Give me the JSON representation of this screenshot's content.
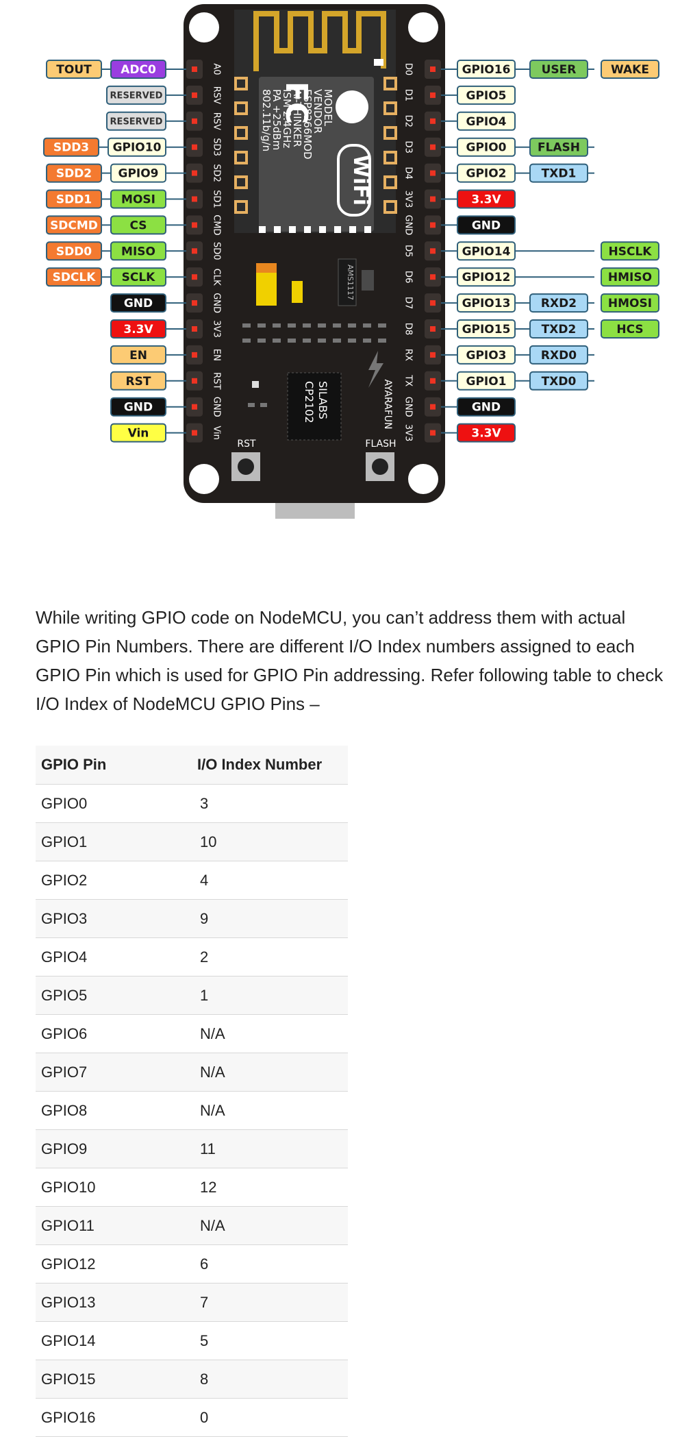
{
  "board": {
    "module_text": [
      "MODEL",
      "VENDOR",
      "ESP8266MOD",
      "AI-THINKER",
      "ISM 2.4GHz",
      "PA +25dBm",
      "802.11b/g/n"
    ],
    "fc_logo": "FC",
    "wifi_logo": "WiFi",
    "regulator": "AMS1117",
    "usb_chip": [
      "SILABS",
      "CP2102"
    ],
    "brand": "AYARAFUN",
    "button_rst": "RST",
    "button_flash": "FLASH"
  },
  "left_pins": [
    {
      "silk": "A0",
      "labels": [
        {
          "text": "TOUT",
          "bg": "#fccb74",
          "fg": "#1a1a1a"
        },
        {
          "text": "ADC0",
          "bg": "#9a3ee0",
          "fg": "#ffffff"
        }
      ]
    },
    {
      "silk": "RSV",
      "labels": [
        {
          "text": "RESERVED",
          "bg": "#dddddd",
          "fg": "#333333"
        }
      ]
    },
    {
      "silk": "RSV",
      "labels": [
        {
          "text": "RESERVED",
          "bg": "#dddddd",
          "fg": "#333333"
        }
      ]
    },
    {
      "silk": "SD3",
      "labels": [
        {
          "text": "SDD3",
          "bg": "#f47a30",
          "fg": "#ffffff"
        },
        {
          "text": "GPIO10",
          "bg": "#ffffe0",
          "fg": "#1a1a1a"
        }
      ]
    },
    {
      "silk": "SD2",
      "labels": [
        {
          "text": "SDD2",
          "bg": "#f47a30",
          "fg": "#ffffff"
        },
        {
          "text": "GPIO9",
          "bg": "#ffffe0",
          "fg": "#1a1a1a"
        }
      ]
    },
    {
      "silk": "SD1",
      "labels": [
        {
          "text": "SDD1",
          "bg": "#f47a30",
          "fg": "#ffffff"
        },
        {
          "text": "MOSI",
          "bg": "#8ce043",
          "fg": "#1a1a1a"
        }
      ]
    },
    {
      "silk": "CMD",
      "labels": [
        {
          "text": "SDCMD",
          "bg": "#f47a30",
          "fg": "#ffffff"
        },
        {
          "text": "CS",
          "bg": "#8ce043",
          "fg": "#1a1a1a"
        }
      ]
    },
    {
      "silk": "SD0",
      "labels": [
        {
          "text": "SDD0",
          "bg": "#f47a30",
          "fg": "#ffffff"
        },
        {
          "text": "MISO",
          "bg": "#8ce043",
          "fg": "#1a1a1a"
        }
      ]
    },
    {
      "silk": "CLK",
      "labels": [
        {
          "text": "SDCLK",
          "bg": "#f47a30",
          "fg": "#ffffff"
        },
        {
          "text": "SCLK",
          "bg": "#8ce043",
          "fg": "#1a1a1a"
        }
      ]
    },
    {
      "silk": "GND",
      "labels": [
        {
          "text": "GND",
          "bg": "#111111",
          "fg": "#ffffff"
        }
      ]
    },
    {
      "silk": "3V3",
      "labels": [
        {
          "text": "3.3V",
          "bg": "#ee1111",
          "fg": "#ffffff"
        }
      ]
    },
    {
      "silk": "EN",
      "labels": [
        {
          "text": "EN",
          "bg": "#fccb74",
          "fg": "#1a1a1a"
        }
      ]
    },
    {
      "silk": "RST",
      "labels": [
        {
          "text": "RST",
          "bg": "#fccb74",
          "fg": "#1a1a1a"
        }
      ]
    },
    {
      "silk": "GND",
      "labels": [
        {
          "text": "GND",
          "bg": "#111111",
          "fg": "#ffffff"
        }
      ]
    },
    {
      "silk": "Vin",
      "labels": [
        {
          "text": "Vin",
          "bg": "#ffff44",
          "fg": "#1a1a1a"
        }
      ]
    }
  ],
  "right_pins": [
    {
      "silk": "D0",
      "labels": [
        {
          "text": "GPIO16",
          "bg": "#ffffe0",
          "fg": "#1a1a1a"
        },
        {
          "text": "USER",
          "bg": "#7dc95e",
          "fg": "#1a1a1a"
        },
        {
          "text": "WAKE",
          "bg": "#fccb74",
          "fg": "#1a1a1a"
        }
      ]
    },
    {
      "silk": "D1",
      "labels": [
        {
          "text": "GPIO5",
          "bg": "#ffffe0",
          "fg": "#1a1a1a"
        }
      ]
    },
    {
      "silk": "D2",
      "labels": [
        {
          "text": "GPIO4",
          "bg": "#ffffe0",
          "fg": "#1a1a1a"
        }
      ]
    },
    {
      "silk": "D3",
      "labels": [
        {
          "text": "GPIO0",
          "bg": "#ffffe0",
          "fg": "#1a1a1a"
        },
        {
          "text": "FLASH",
          "bg": "#7dc95e",
          "fg": "#1a1a1a"
        }
      ]
    },
    {
      "silk": "D4",
      "labels": [
        {
          "text": "GPIO2",
          "bg": "#ffffe0",
          "fg": "#1a1a1a"
        },
        {
          "text": "TXD1",
          "bg": "#a9d8f5",
          "fg": "#1a1a1a"
        }
      ]
    },
    {
      "silk": "3V3",
      "labels": [
        {
          "text": "3.3V",
          "bg": "#ee1111",
          "fg": "#ffffff"
        }
      ]
    },
    {
      "silk": "GND",
      "labels": [
        {
          "text": "GND",
          "bg": "#111111",
          "fg": "#ffffff"
        }
      ]
    },
    {
      "silk": "D5",
      "labels": [
        {
          "text": "GPIO14",
          "bg": "#ffffe0",
          "fg": "#1a1a1a"
        },
        {
          "text": "HSCLK",
          "bg": "#8ce043",
          "fg": "#1a1a1a",
          "far": true
        }
      ]
    },
    {
      "silk": "D6",
      "labels": [
        {
          "text": "GPIO12",
          "bg": "#ffffe0",
          "fg": "#1a1a1a"
        },
        {
          "text": "HMISO",
          "bg": "#8ce043",
          "fg": "#1a1a1a",
          "far": true
        }
      ]
    },
    {
      "silk": "D7",
      "labels": [
        {
          "text": "GPIO13",
          "bg": "#ffffe0",
          "fg": "#1a1a1a"
        },
        {
          "text": "RXD2",
          "bg": "#a9d8f5",
          "fg": "#1a1a1a"
        },
        {
          "text": "HMOSI",
          "bg": "#8ce043",
          "fg": "#1a1a1a"
        }
      ]
    },
    {
      "silk": "D8",
      "labels": [
        {
          "text": "GPIO15",
          "bg": "#ffffe0",
          "fg": "#1a1a1a"
        },
        {
          "text": "TXD2",
          "bg": "#a9d8f5",
          "fg": "#1a1a1a"
        },
        {
          "text": "HCS",
          "bg": "#8ce043",
          "fg": "#1a1a1a"
        }
      ]
    },
    {
      "silk": "RX",
      "labels": [
        {
          "text": "GPIO3",
          "bg": "#ffffe0",
          "fg": "#1a1a1a"
        },
        {
          "text": "RXD0",
          "bg": "#a9d8f5",
          "fg": "#1a1a1a"
        }
      ]
    },
    {
      "silk": "TX",
      "labels": [
        {
          "text": "GPIO1",
          "bg": "#ffffe0",
          "fg": "#1a1a1a"
        },
        {
          "text": "TXD0",
          "bg": "#a9d8f5",
          "fg": "#1a1a1a"
        }
      ]
    },
    {
      "silk": "GND",
      "labels": [
        {
          "text": "GND",
          "bg": "#111111",
          "fg": "#ffffff"
        }
      ]
    },
    {
      "silk": "3V3",
      "labels": [
        {
          "text": "3.3V",
          "bg": "#ee1111",
          "fg": "#ffffff"
        }
      ]
    }
  ],
  "paragraph": "While writing GPIO code on NodeMCU, you can’t address them with actual GPIO Pin Numbers. There are different I/O Index numbers assigned to each GPIO Pin which is used for GPIO Pin addressing. Refer following table to check I/O Index of NodeMCU GPIO Pins –",
  "table": {
    "headers": [
      "GPIO Pin",
      "I/O Index Number"
    ],
    "rows": [
      [
        "GPIO0",
        "3"
      ],
      [
        "GPIO1",
        "10"
      ],
      [
        "GPIO2",
        "4"
      ],
      [
        "GPIO3",
        "9"
      ],
      [
        "GPIO4",
        "2"
      ],
      [
        "GPIO5",
        "1"
      ],
      [
        "GPIO6",
        "N/A"
      ],
      [
        "GPIO7",
        "N/A"
      ],
      [
        "GPIO8",
        "N/A"
      ],
      [
        "GPIO9",
        "11"
      ],
      [
        "GPIO10",
        "12"
      ],
      [
        "GPIO11",
        "N/A"
      ],
      [
        "GPIO12",
        "6"
      ],
      [
        "GPIO13",
        "7"
      ],
      [
        "GPIO14",
        "5"
      ],
      [
        "GPIO15",
        "8"
      ],
      [
        "GPIO16",
        "0"
      ]
    ]
  }
}
